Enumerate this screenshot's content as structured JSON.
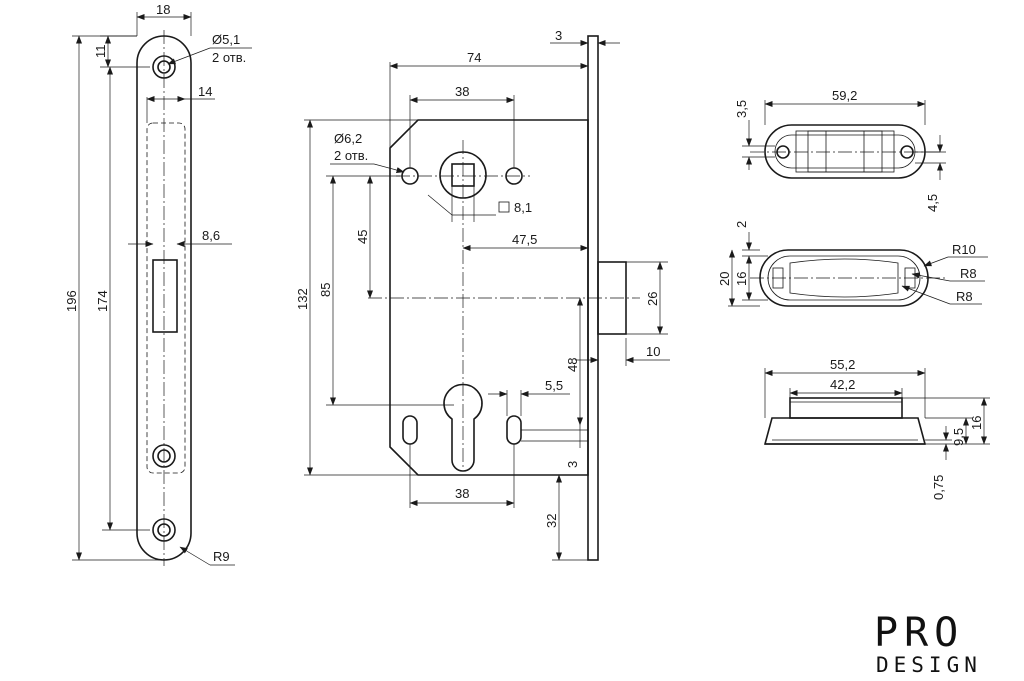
{
  "faceplate": {
    "width": "18",
    "hole_dia": "Ø5,1",
    "hole_count": "2 отв.",
    "offset_11": "11",
    "inner_14": "14",
    "slot_86": "8,6",
    "total_196": "196",
    "pitch_174": "174",
    "radius": "R9"
  },
  "body": {
    "depth_74": "74",
    "plate_3": "3",
    "span_38_top": "38",
    "hole_dia": "Ø6,2",
    "hole_count": "2 отв.",
    "square": "8,1",
    "v_45": "45",
    "backset": "47,5",
    "height_132": "132",
    "v_85": "85",
    "latch_26": "26",
    "latch_10": "10",
    "v_48": "48",
    "slot_55": "5,5",
    "v_3": "3",
    "span_38_bottom": "38",
    "v_32": "32"
  },
  "strike_top": {
    "length": "59,2",
    "d_35": "3,5",
    "d_45": "4,5"
  },
  "strike_mid": {
    "d_2": "2",
    "d_20": "20",
    "d_16": "16",
    "r10": "R10",
    "r8a": "R8",
    "r8b": "R8"
  },
  "strike_side": {
    "outer": "55,2",
    "inner": "42,2",
    "d_16": "16",
    "d_95": "9,5",
    "d_075": "0,75"
  },
  "logo": {
    "line1": "PRO",
    "line2": "DESIGN"
  }
}
